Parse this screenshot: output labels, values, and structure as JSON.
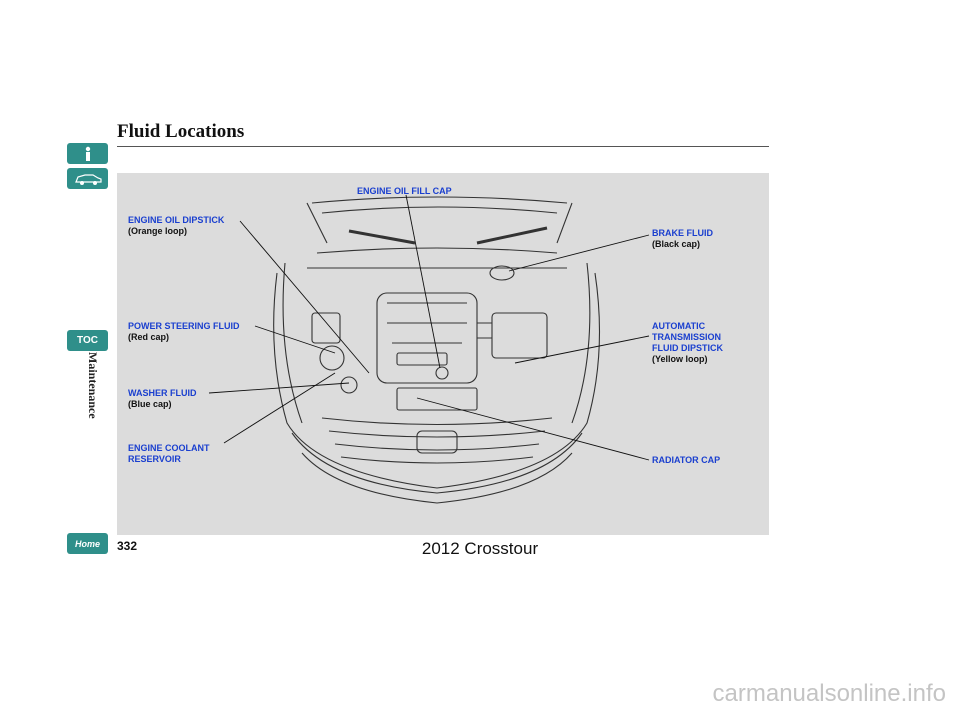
{
  "page": {
    "title": "Fluid Locations",
    "section": "Maintenance",
    "page_number": "332",
    "footer_text": "2012 Crosstour",
    "watermark": "carmanualsonline.info"
  },
  "nav": {
    "toc_label": "TOC",
    "home_label": "Home"
  },
  "labels": {
    "engine_oil_fill_cap": "ENGINE OIL FILL CAP",
    "engine_oil_dipstick": "ENGINE OIL DIPSTICK",
    "engine_oil_dipstick_note": "(Orange loop)",
    "brake_fluid": "BRAKE FLUID",
    "brake_fluid_note": "(Black cap)",
    "power_steering_fluid": "POWER STEERING FLUID",
    "power_steering_note": "(Red cap)",
    "atf_line1": "AUTOMATIC",
    "atf_line2": "TRANSMISSION",
    "atf_line3": "FLUID DIPSTICK",
    "atf_note": "(Yellow loop)",
    "washer_fluid": "WASHER FLUID",
    "washer_fluid_note": "(Blue cap)",
    "coolant_line1": "ENGINE COOLANT",
    "coolant_line2": "RESERVOIR",
    "radiator_cap": "RADIATOR CAP"
  },
  "colors": {
    "nav_teal": "#2f8f8a",
    "label_blue": "#1a3fcf",
    "panel_gray": "#dcdcdc"
  }
}
